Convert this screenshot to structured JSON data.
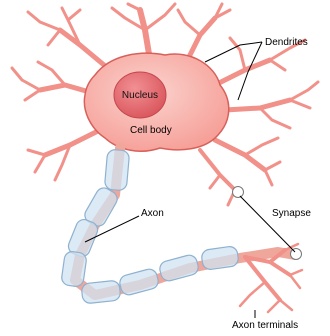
{
  "labels": {
    "nucleus": "Nucleus",
    "cell_body": "Cell body",
    "dendrites": "Dendrites",
    "axon": "Axon",
    "synapse": "Synapse",
    "axon_terminals": "Axon terminals"
  },
  "colors": {
    "cell_fill": "#f7a39c",
    "cell_outline": "#d8605a",
    "nucleus_fill": "#e56b6e",
    "axon_core": "#efa79c",
    "myelin_fill": "#cfe3f2",
    "myelin_outline": "#8fb1cf",
    "leader_line": "#000000"
  }
}
